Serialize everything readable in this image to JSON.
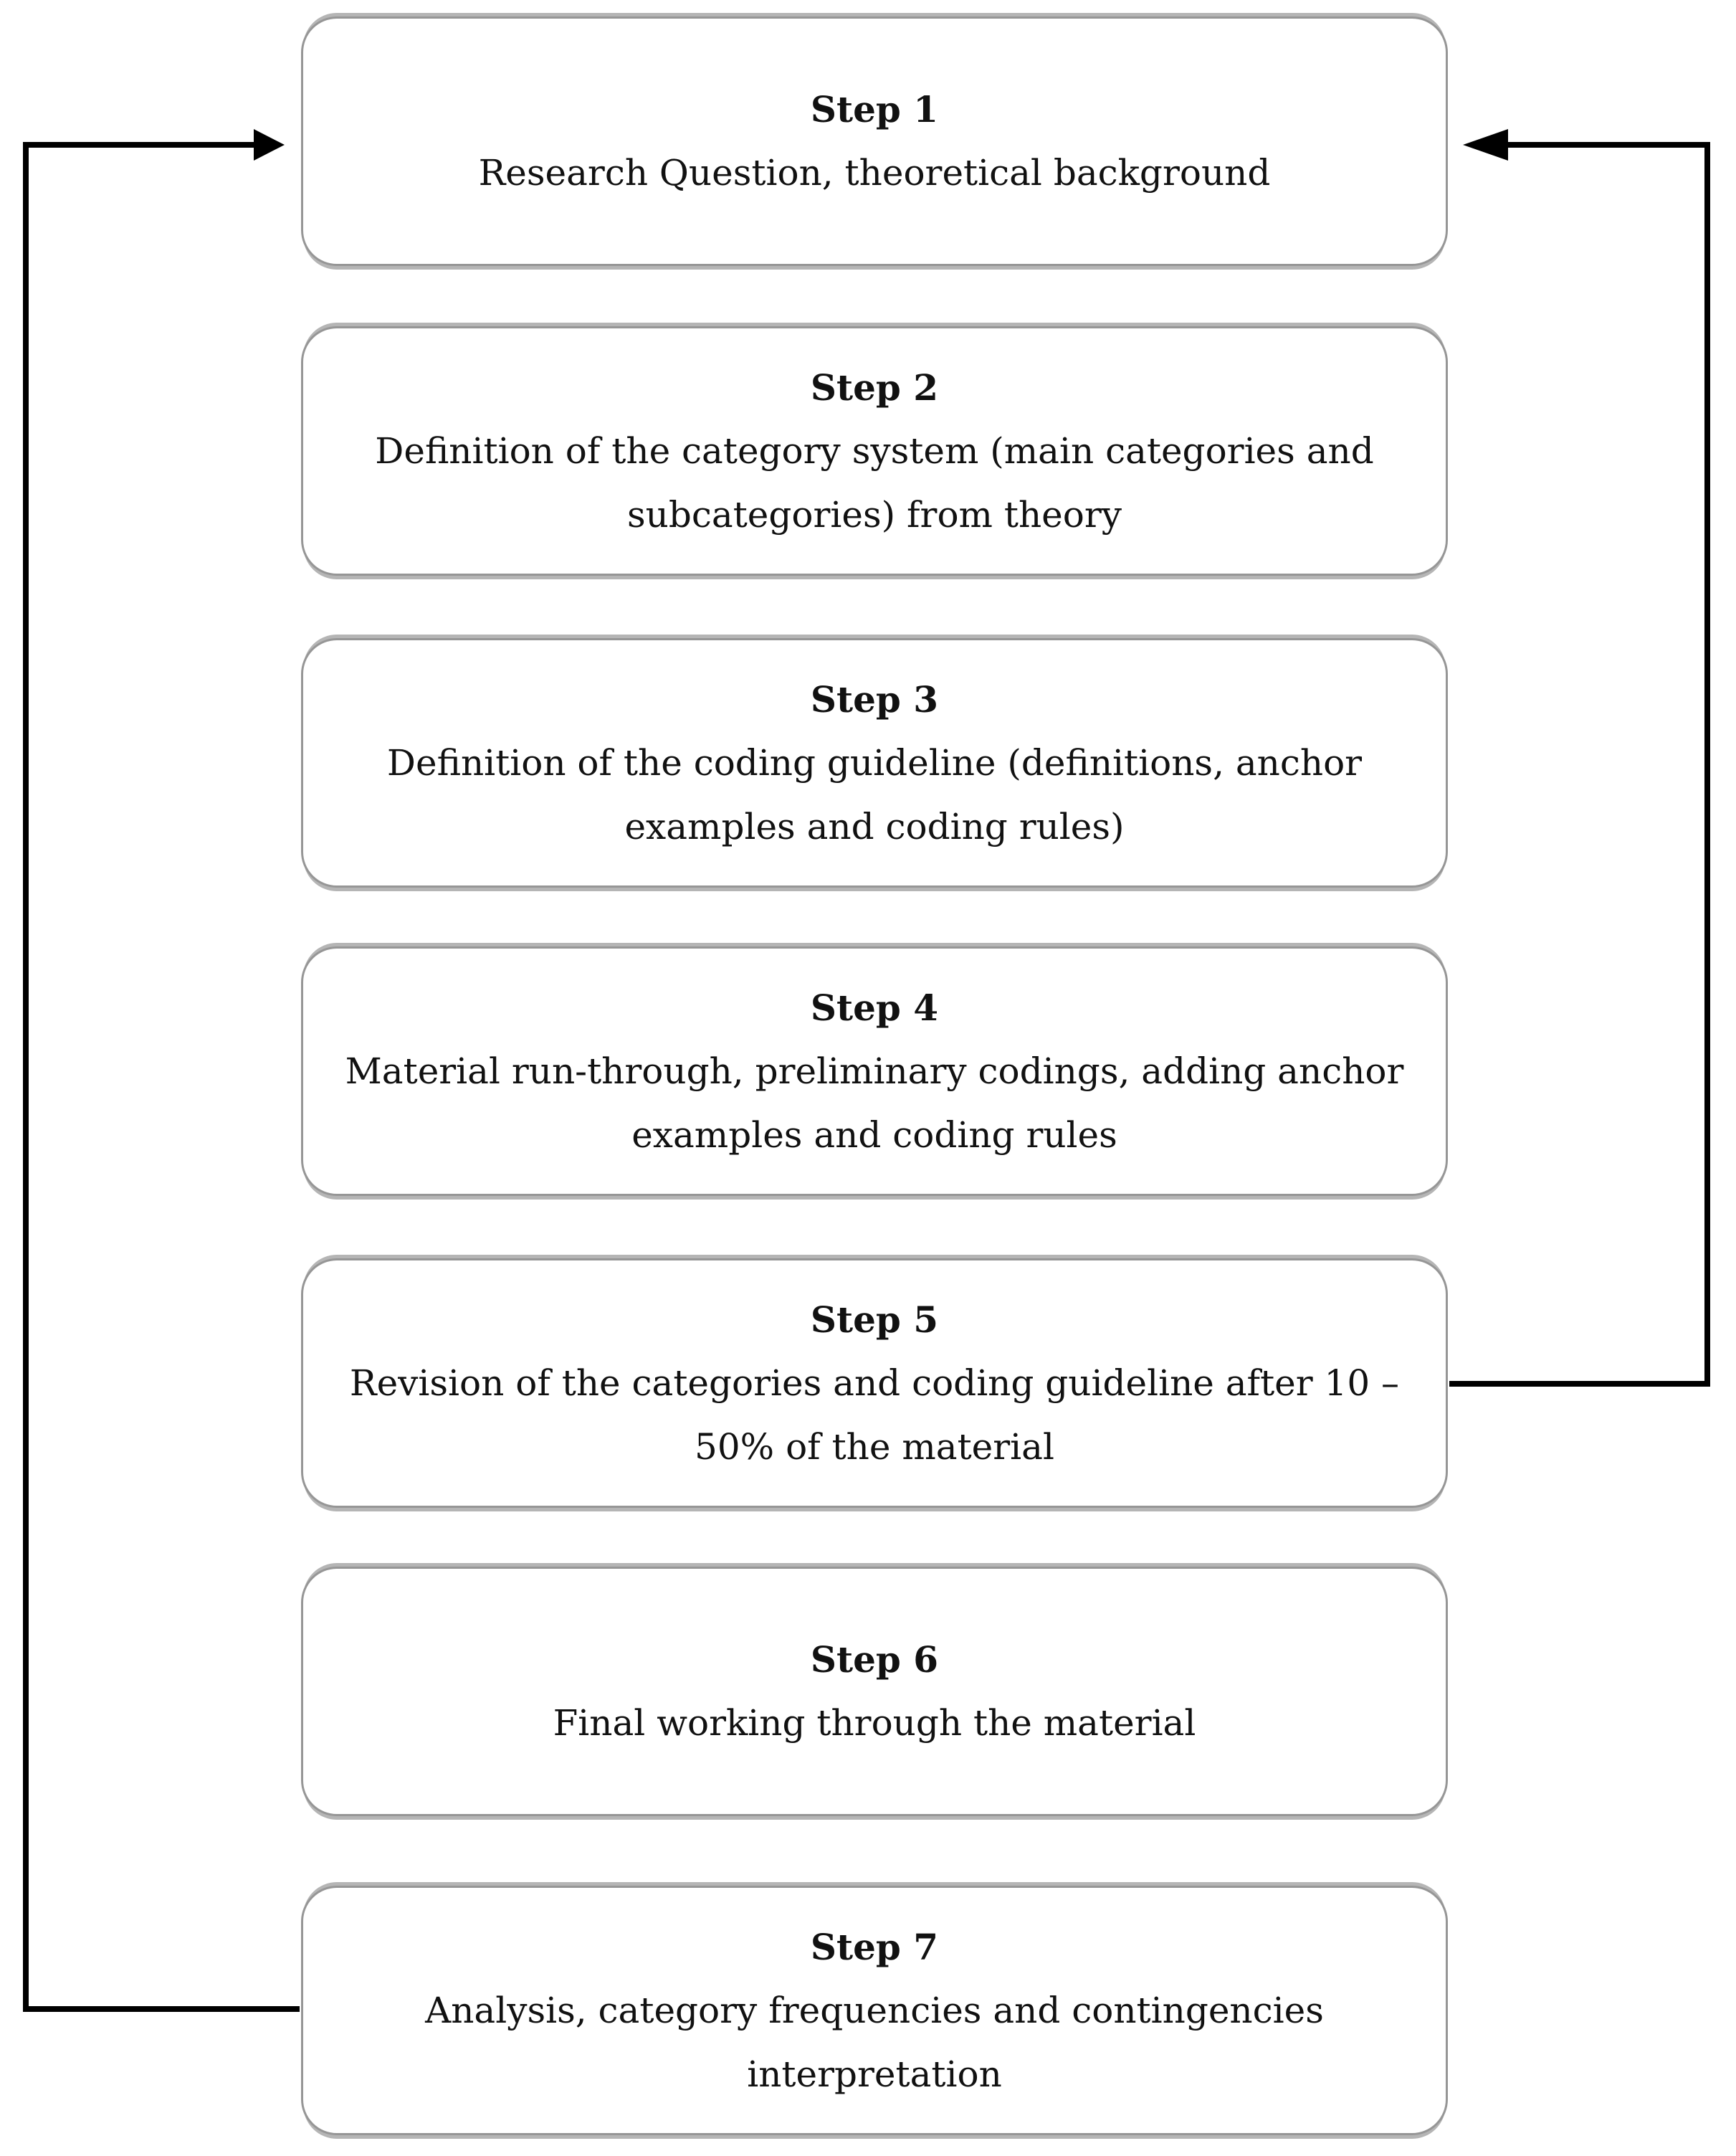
{
  "figure": {
    "type": "flowchart",
    "steps": [
      {
        "id": 1,
        "title": "Step 1",
        "description": "Research Question, theoretical background"
      },
      {
        "id": 2,
        "title": "Step 2",
        "description": "Definition of the category system (main categories and subcategories) from theory"
      },
      {
        "id": 3,
        "title": "Step 3",
        "description": "Definition of the coding guideline (definitions, anchor examples and coding rules)"
      },
      {
        "id": 4,
        "title": "Step 4",
        "description": "Material run-through, preliminary codings, adding anchor examples and coding rules"
      },
      {
        "id": 5,
        "title": "Step 5",
        "description": "Revision of the categories and coding guideline after 10 – 50% of the material"
      },
      {
        "id": 6,
        "title": "Step 6",
        "description": "Final working through the material"
      },
      {
        "id": 7,
        "title": "Step 7",
        "description": "Analysis, category frequencies and contingencies interpretation"
      }
    ],
    "connections": [
      {
        "from": "step-7",
        "to": "step-1",
        "side": "left",
        "style": "arrow"
      },
      {
        "from": "step-5",
        "to": "step-1",
        "side": "right",
        "style": "arrow"
      }
    ],
    "colors": {
      "box_border": "#969696",
      "box_shadow": "#b5b5b5",
      "box_fill": "#ffffff",
      "arrow": "#000000",
      "text": "#111111"
    }
  }
}
